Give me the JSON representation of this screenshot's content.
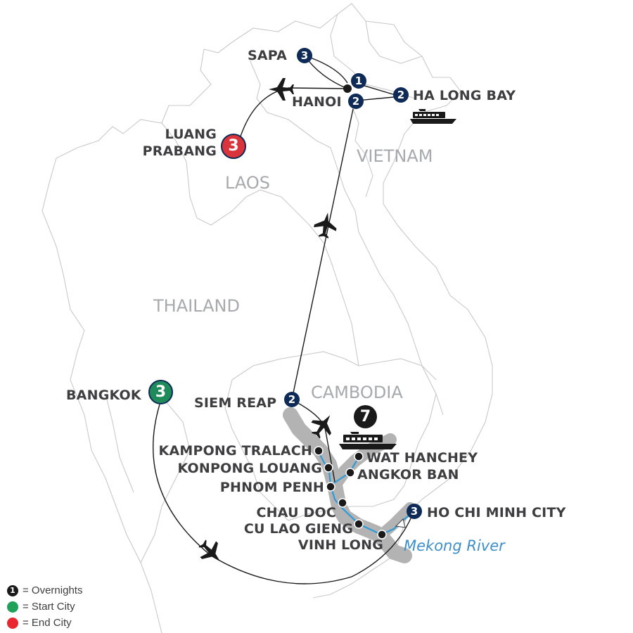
{
  "colors": {
    "overnight_badge": "#0d2b56",
    "start_badge": "#1f8a5a",
    "end_badge": "#d9333b",
    "cruise_badge": "#1a1a1a",
    "label_text": "#3e3e40",
    "country_text": "#a7a9ac",
    "river_text": "#3d8fc9",
    "river_route": "#2f9ad6",
    "river_band": "#b3b3b3",
    "border": "#c9c9c9"
  },
  "countries": [
    {
      "name": "VIETNAM"
    },
    {
      "name": "LAOS"
    },
    {
      "name": "THAILAND"
    },
    {
      "name": "CAMBODIA"
    }
  ],
  "river": {
    "name": "Mekong River"
  },
  "cities": [
    {
      "name": "SAPA",
      "nights": "3",
      "type": "overnight"
    },
    {
      "name": "HANOI",
      "nights": "1",
      "type": "overnight"
    },
    {
      "name": "HANOI",
      "nights": "2",
      "type": "overnight"
    },
    {
      "name": "HA LONG BAY",
      "nights": "2",
      "type": "overnight"
    },
    {
      "name_line1": "LUANG",
      "name_line2": "PRABANG",
      "nights": "3",
      "type": "end"
    },
    {
      "name": "BANGKOK",
      "nights": "3",
      "type": "start"
    },
    {
      "name": "SIEM REAP",
      "nights": "2",
      "type": "overnight"
    },
    {
      "name": "HO CHI MINH CITY",
      "nights": "3",
      "type": "overnight"
    }
  ],
  "cruise": {
    "nights": "7",
    "icon": "ship-icon"
  },
  "river_stops": [
    {
      "name": "KAMPONG TRALACH"
    },
    {
      "name": "KONPONG LOUANG"
    },
    {
      "name": "PHNOM PENH"
    },
    {
      "name": "CHAU DOC"
    },
    {
      "name": "CU LAO GIENG"
    },
    {
      "name": "VINH LONG"
    },
    {
      "name": "WAT HANCHEY"
    },
    {
      "name": "ANGKOR BAN"
    }
  ],
  "legend": {
    "items": [
      {
        "symbol": "1",
        "label": "= Overnights",
        "color": "#1a1a1a"
      },
      {
        "symbol": "",
        "label": "= Start City",
        "color": "#1fa15a"
      },
      {
        "symbol": "",
        "label": "= End City",
        "color": "#e8272e"
      }
    ]
  }
}
